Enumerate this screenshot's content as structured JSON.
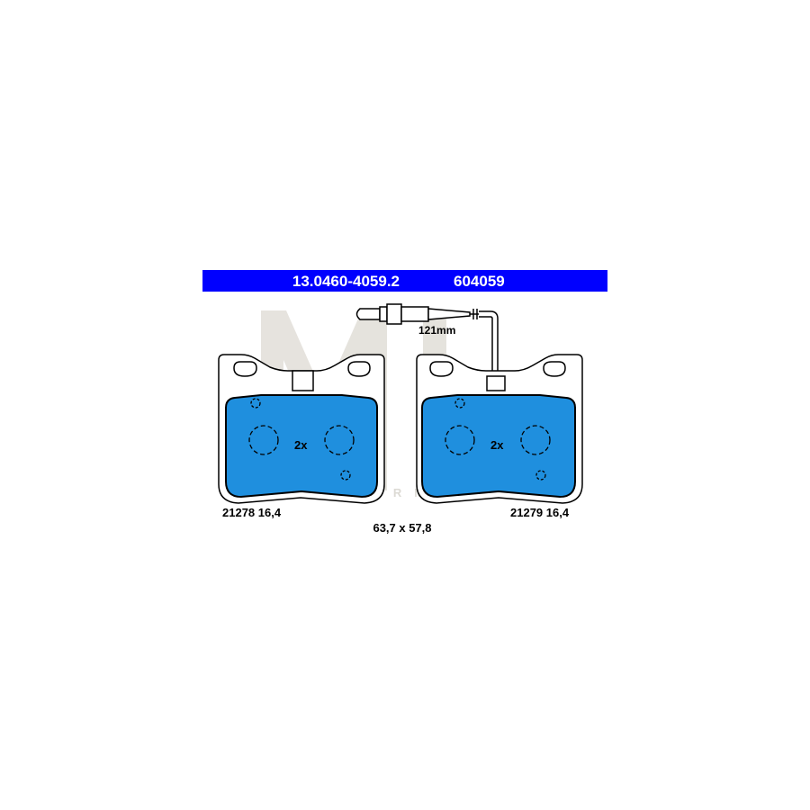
{
  "header": {
    "part_number": "13.0460-4059.2",
    "article_number": "604059",
    "bar_color": "#0000ff",
    "text_color": "#ffffff"
  },
  "sensor": {
    "length_label": "121mm"
  },
  "pads": [
    {
      "id": "left",
      "multiplier": "2x",
      "label": "21278 16,4"
    },
    {
      "id": "right",
      "multiplier": "2x",
      "label": "21279 16,4"
    }
  ],
  "dimensions": "63,7 x 57,8",
  "colors": {
    "pad_fill": "#1f8fde",
    "outline": "#000000",
    "watermark": "#e3e0da"
  },
  "watermark": {
    "logo_text": "ML",
    "caption": "PERFORMANCE"
  }
}
